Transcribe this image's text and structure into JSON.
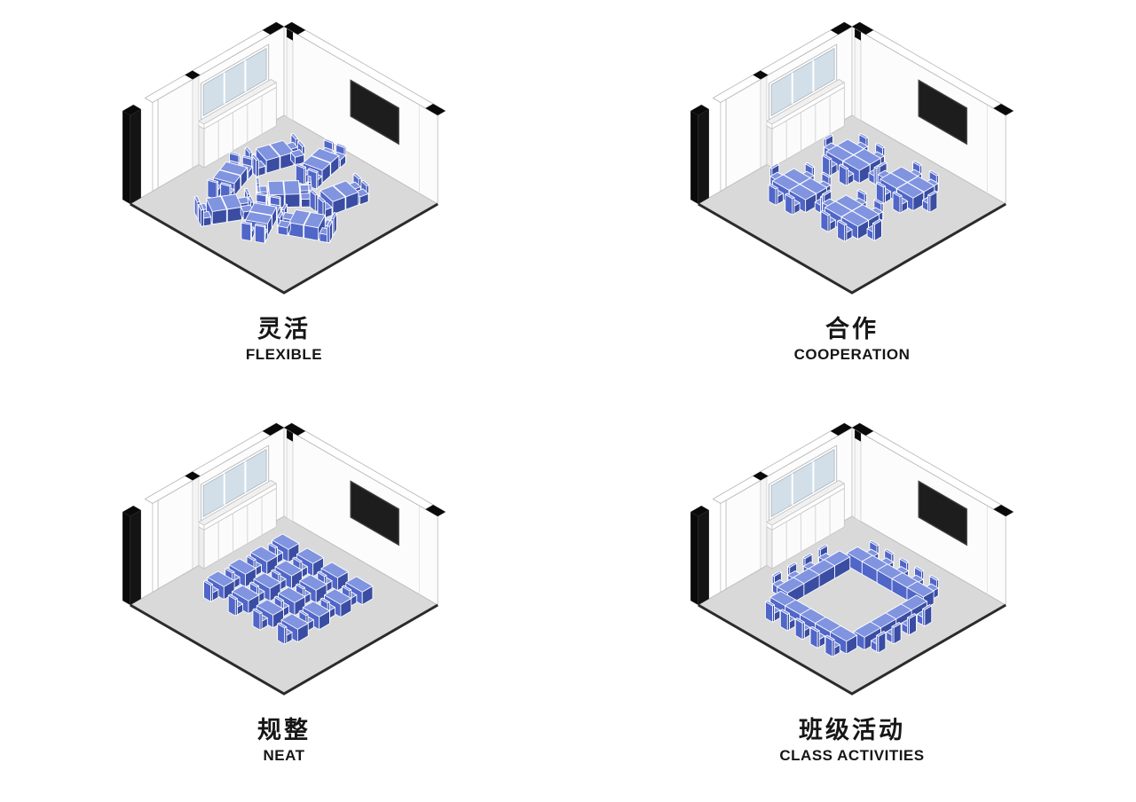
{
  "title": "Classroom layout diagrams",
  "colors": {
    "wall": "#fcfcfc",
    "wall_edge": "#c9c9c9",
    "floor": "#d9d9d9",
    "floor_edge": "#2b2b2b",
    "window_glass": "#d3dfe8",
    "blackboard": "#1d1d1d",
    "poche": "#0a0a0a",
    "furn_top": "#8194e0",
    "furn_left": "#5066c8",
    "furn_right": "#3a4da3",
    "furn_outline": "#ffffff"
  },
  "panels": [
    {
      "id": "flexible",
      "label_zh": "灵活",
      "label_en": "FLEXIBLE",
      "arrangement": {
        "type": "clusters",
        "clusters": [
          {
            "a": 2.4,
            "b": 3.0,
            "angle": 18
          },
          {
            "a": 2.2,
            "b": 5.7,
            "angle": -20
          },
          {
            "a": 3.7,
            "b": 7.6,
            "angle": 30
          },
          {
            "a": 4.4,
            "b": 2.0,
            "angle": -12
          },
          {
            "a": 4.8,
            "b": 4.8,
            "angle": 42
          },
          {
            "a": 5.5,
            "b": 7.0,
            "angle": -28
          },
          {
            "a": 6.8,
            "b": 3.2,
            "angle": 12
          },
          {
            "a": 7.3,
            "b": 5.8,
            "angle": 62
          }
        ]
      }
    },
    {
      "id": "cooperation",
      "label_zh": "合作",
      "label_en": "COOPERATION",
      "arrangement": {
        "type": "groups",
        "groups": [
          {
            "a": 3.0,
            "b": 2.9
          },
          {
            "a": 2.9,
            "b": 6.3
          },
          {
            "a": 6.3,
            "b": 2.7
          },
          {
            "a": 6.1,
            "b": 6.1
          }
        ]
      }
    },
    {
      "id": "neat",
      "label_zh": "规整",
      "label_en": "NEAT",
      "arrangement": {
        "type": "grid",
        "cols": [
          2.2,
          3.8,
          5.4,
          7.0
        ],
        "rows": [
          2.1,
          3.5,
          4.9,
          6.3
        ]
      }
    },
    {
      "id": "class-activities",
      "label_zh": "班级活动",
      "label_en": "CLASS ACTIVITIES",
      "arrangement": {
        "type": "ring",
        "a": 5.1,
        "b": 5.1,
        "half_a": 2.5,
        "half_b": 2.5,
        "desks_long": 5,
        "desks_short": 4
      }
    }
  ]
}
